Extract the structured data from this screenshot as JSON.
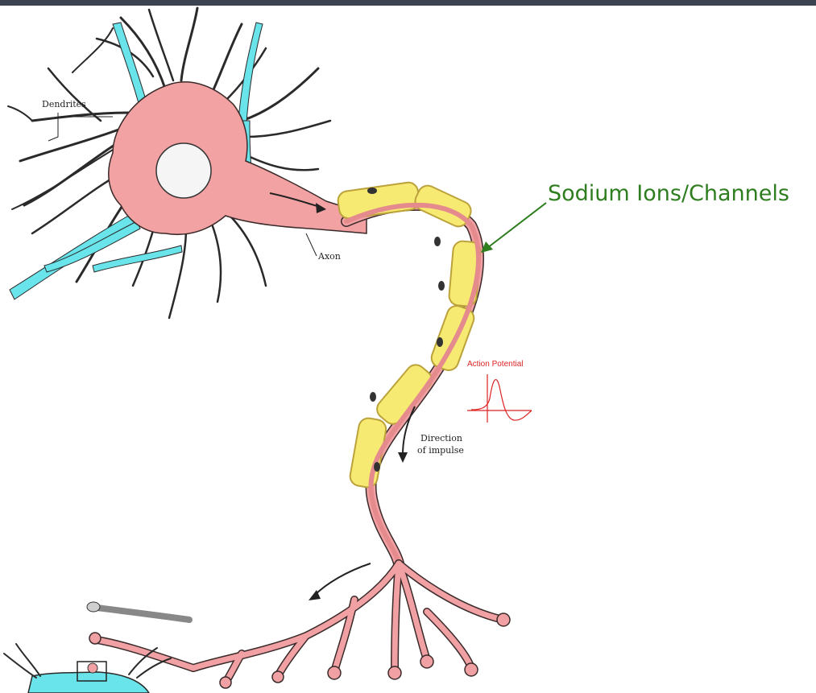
{
  "labels": {
    "dendrites": "Dendrites",
    "axon": "Axon",
    "direction_line1": "Direction",
    "direction_line2": "of impulse",
    "sodium": "Sodium Ions/Channels",
    "action_potential": "Action Potential"
  },
  "colors": {
    "cell_body": "#f3a2a3",
    "axon": "#f1a1a3",
    "myelin": "#f6ea72",
    "myelin_outline": "#bba23a",
    "contact": "#68e4ea",
    "ink": "#222222",
    "sodium_green": "#2e7d1f",
    "ap_red": "#dd2222",
    "topbar": "#3b4350"
  }
}
